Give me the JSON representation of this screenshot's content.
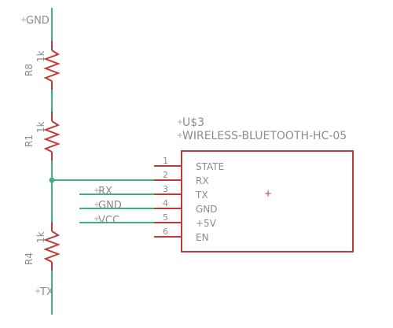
{
  "nets": {
    "gnd_top": "GND",
    "rx": "RX",
    "gnd": "GND",
    "vcc": "VCC",
    "tx": "TX"
  },
  "resistors": [
    {
      "name": "R8",
      "value": "1k"
    },
    {
      "name": "R1",
      "value": "1k"
    },
    {
      "name": "R4",
      "value": "1k"
    }
  ],
  "module": {
    "ref": "U$3",
    "name": "WIRELESS-BLUETOOTH-HC-05",
    "origin_mark": "+",
    "pins": [
      {
        "num": "1",
        "label": "STATE"
      },
      {
        "num": "2",
        "label": "RX"
      },
      {
        "num": "3",
        "label": "TX"
      },
      {
        "num": "4",
        "label": "GND"
      },
      {
        "num": "5",
        "label": "+5V"
      },
      {
        "num": "6",
        "label": "EN"
      }
    ]
  },
  "colors": {
    "wire": "#3fae8a",
    "part": "#c03a3a",
    "text": "#8c8c8c"
  }
}
